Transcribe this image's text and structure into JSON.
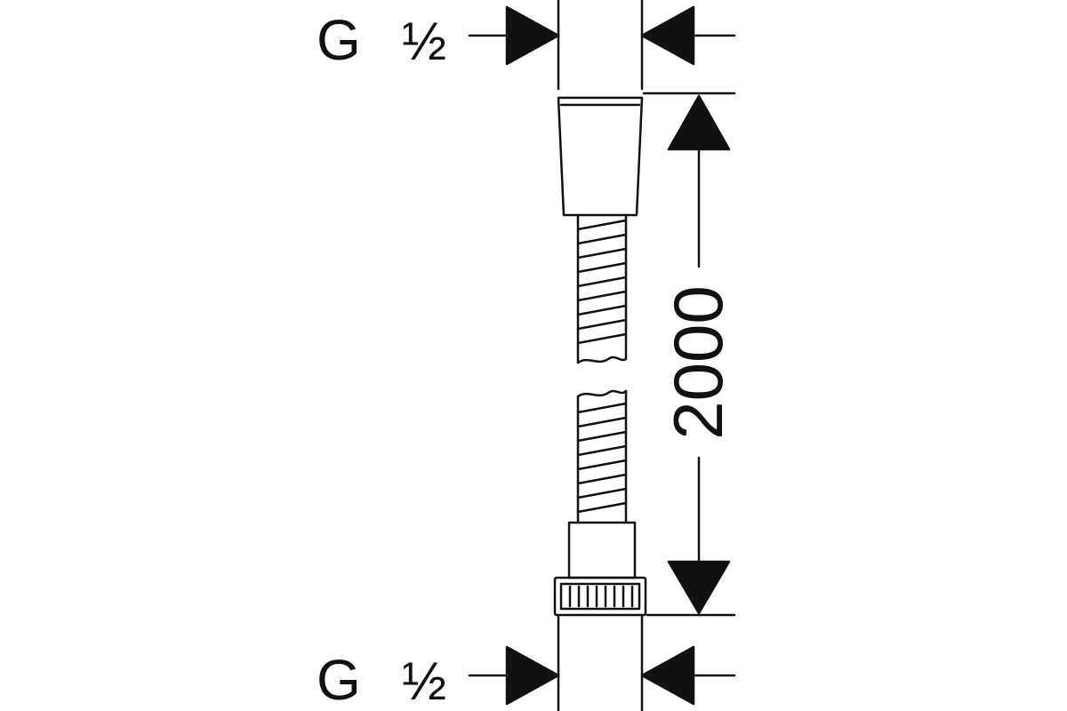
{
  "labels": {
    "top_thread": "G",
    "top_fraction": "½",
    "bottom_thread": "G",
    "bottom_fraction": "½",
    "length": "2000"
  },
  "colors": {
    "stroke": "#111111",
    "background": "#ffffff"
  }
}
